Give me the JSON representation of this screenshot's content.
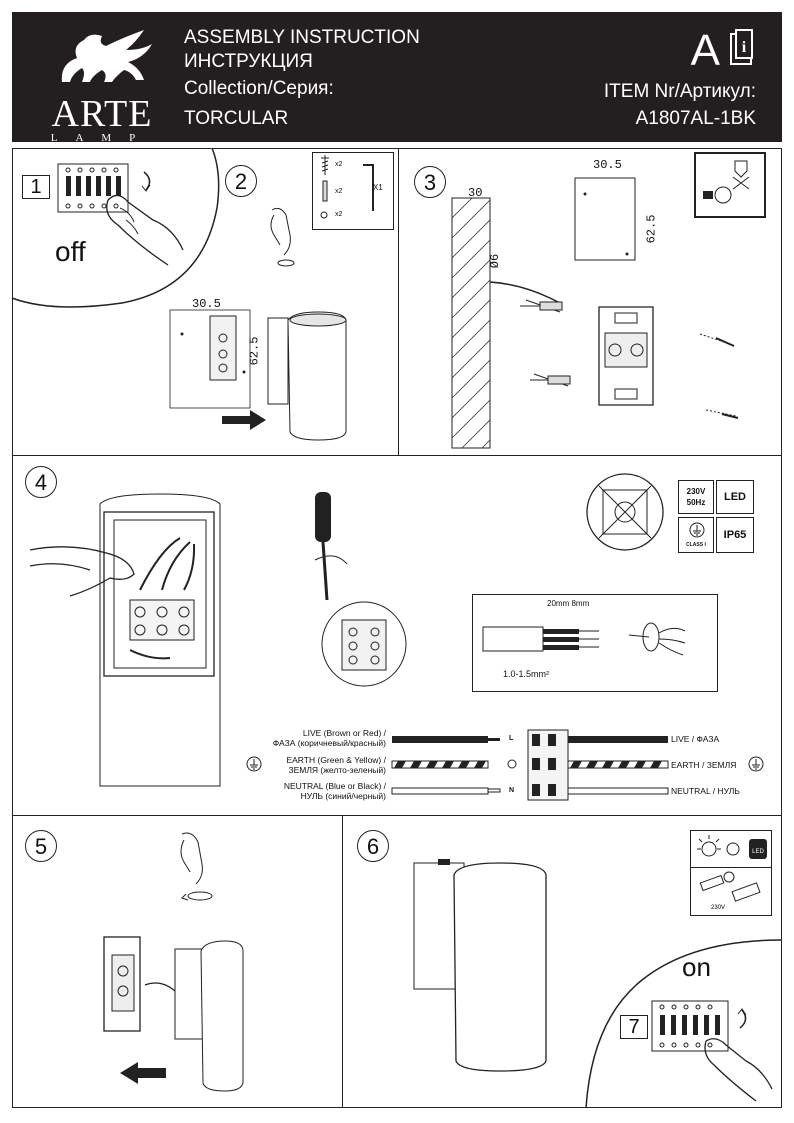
{
  "header": {
    "brand": "ARTE",
    "brand_sub": "LAMP",
    "title_lines": [
      "ASSEMBLY INSTRUCTION",
      "ИНСТРУКЦИЯ",
      "Collection/Серия:",
      "TORCULAR"
    ],
    "language_letter": "A",
    "item_label": "ITEM Nr/Артикул:",
    "item_number": "A1807AL-1BK"
  },
  "steps": {
    "s1": {
      "num": "1",
      "state": "off"
    },
    "s2": {
      "num": "2",
      "qty_screw": "x2",
      "qty_anchor": "x2",
      "qty_washer": "x2",
      "qty_key": "X1",
      "dim_w": "30.5",
      "dim_h": "62.5"
    },
    "s3": {
      "num": "3",
      "dim_depth": "30",
      "dim_dia": "Ø6",
      "dim_w": "30.5",
      "dim_h": "62.5"
    },
    "s4": {
      "num": "4",
      "spec_voltage": "230V",
      "spec_freq": "50Hz",
      "spec_led": "LED",
      "spec_class": "CLASS I",
      "spec_ip": "IP65",
      "strip_dims": "20mm 8mm",
      "wire_section": "1.0-1.5mm²"
    },
    "s5": {
      "num": "5"
    },
    "s6": {
      "num": "6"
    },
    "s7": {
      "num": "7",
      "state": "on"
    }
  },
  "wiring": {
    "live_left": [
      "LIVE (Brown or Red) /",
      "ФАЗА (коричневый/красный)"
    ],
    "earth_left": [
      "EARTH (Green & Yellow) /",
      "ЗЕМЛЯ (желто-зеленый)"
    ],
    "neutral_left": [
      "NEUTRAL (Blue or Black) /",
      "НУЛЬ (синий/черный)"
    ],
    "live_right": "LIVE / ФАЗА",
    "earth_right": "EARTH / ЗЕМЛЯ",
    "neutral_right": "NEUTRAL / НУЛЬ",
    "term_L": "L",
    "term_N": "N"
  },
  "bulb_panel": {
    "led_label": "LED",
    "volt_label": "230V"
  }
}
